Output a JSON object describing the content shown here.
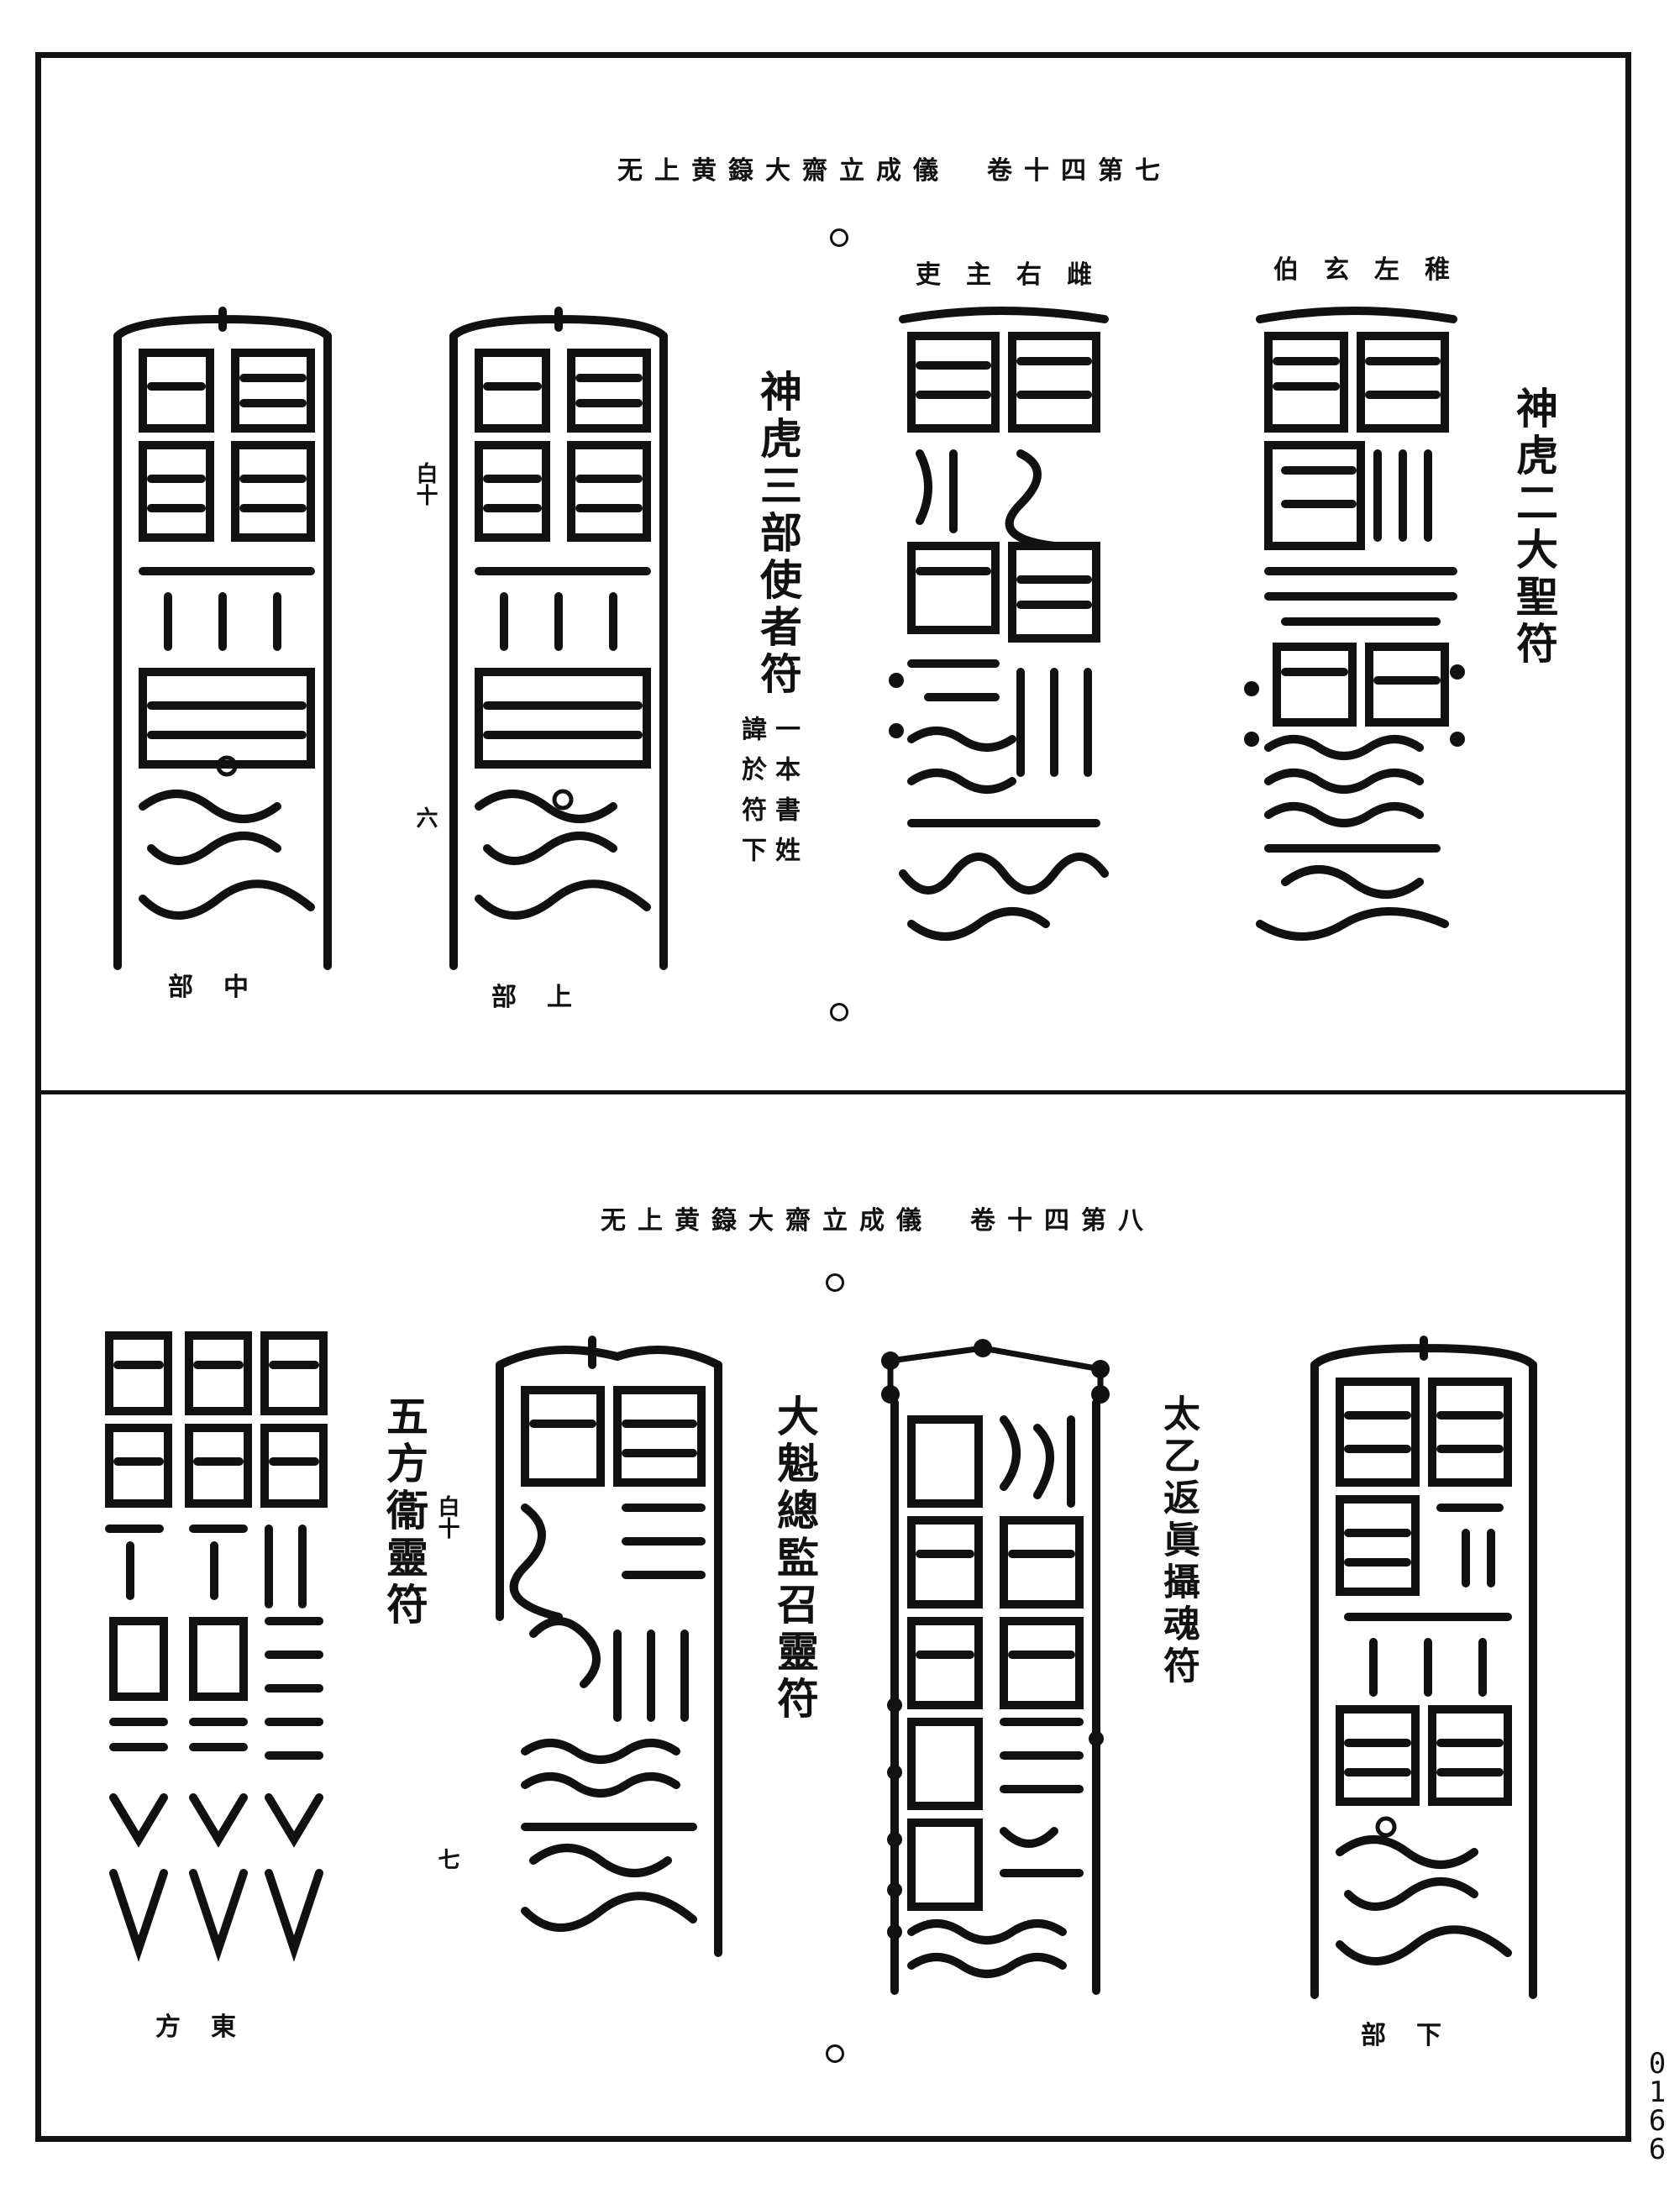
{
  "top": {
    "header": "无上黄籙大齋立成儀　卷十四第七",
    "title_right": "神虎二大聖符",
    "label_right_col1": "稚左玄伯",
    "label_right_col2": "雌右主吏",
    "title_middle": "神虎三部使者符",
    "note_middle_1": "一本書姓",
    "note_middle_2": "諱於符下",
    "side_note_1": "白十",
    "side_note_2": "六",
    "label_upper": "上部",
    "label_middle": "中部"
  },
  "bottom": {
    "header": "无上黄籙大齋立成儀　卷十四第八",
    "title_1": "太乙返眞攝魂符",
    "title_2": "大魁總監召靈符",
    "title_3": "五方衞靈符",
    "side_note_1": "白十",
    "side_note_2": "七",
    "label_lower": "下部",
    "label_east": "東方"
  },
  "page_number": [
    "0",
    "1",
    "6",
    "6"
  ]
}
